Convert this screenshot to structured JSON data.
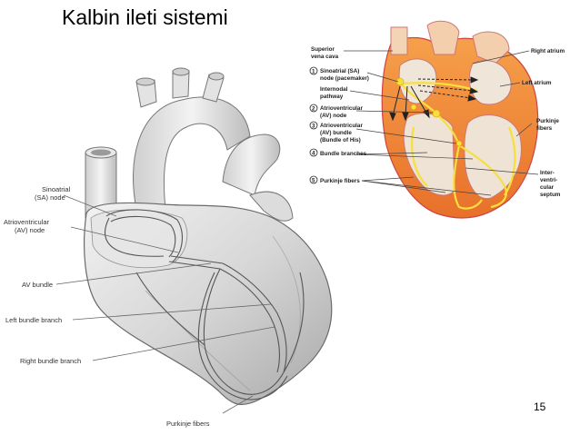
{
  "slide": {
    "title": "Kalbin ileti sistemi",
    "page_number": "15"
  },
  "left_figure": {
    "labels": {
      "sa_node_1": "Sinoatrial",
      "sa_node_2": "(SA) node",
      "av_node_1": "Atrioventricular",
      "av_node_2": "(AV) node",
      "av_bundle": "AV bundle",
      "left_bundle_branch": "Left bundle branch",
      "right_bundle_branch": "Right bundle branch",
      "purkinje_fibers": "Purkinje fibers"
    }
  },
  "right_figure": {
    "labels": {
      "superior_vena_cava_1": "Superior",
      "superior_vena_cava_2": "vena cava",
      "sa_node_1": "Sinoatrial (SA)",
      "sa_node_2": "node (pacemaker)",
      "internodal_1": "Internodal",
      "internodal_2": "pathway",
      "av_node_1": "Atrioventricular",
      "av_node_2": "(AV) node",
      "av_bundle_1": "Atrioventricular",
      "av_bundle_2": "(AV) bundle",
      "av_bundle_3": "(Bundle of His)",
      "bundle_branches": "Bundle branches",
      "purkinje_fibers": "Purkinje fibers",
      "right_atrium": "Right atrium",
      "left_atrium": "Left atrium",
      "purkinje_right_1": "Purkinje",
      "purkinje_right_2": "fibers",
      "septum_1": "Inter-",
      "septum_2": "ventri-",
      "septum_3": "cular",
      "septum_4": "septum",
      "num_1": "1",
      "num_2": "2",
      "num_3": "3",
      "num_4": "4",
      "num_5": "5"
    }
  }
}
